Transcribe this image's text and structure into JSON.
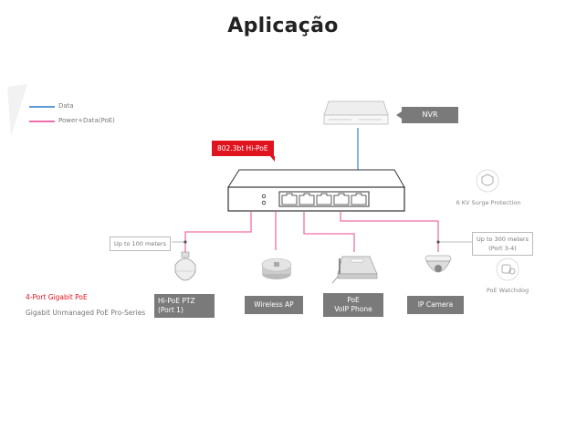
{
  "title": "Aplicação",
  "legend": {
    "data_label": "Data",
    "poe_label": "Power+Data(PoE)",
    "data_color": "#5b9bd5",
    "poe_color": "#f06fa8"
  },
  "badge": "802.3bt Hi-PoE",
  "nvr_label": "NVR",
  "features": [
    {
      "icon": "surge-shield-icon",
      "label": "6 KV Surge Protection"
    },
    {
      "icon": "watchdog-icon",
      "label": "PoE Watchdog"
    }
  ],
  "notes": {
    "port1_distance": "Up to 100 meters",
    "port34_distance_line1": "Up to 300 meters",
    "port34_distance_line2": "(Port 3-4)"
  },
  "devices": [
    {
      "name": "ptz",
      "line1": "Hi-PoE PTZ",
      "line2": "(Port 1)"
    },
    {
      "name": "wireless-ap",
      "line1": "Wireless AP",
      "line2": ""
    },
    {
      "name": "voip-phone",
      "line1": "PoE",
      "line2": "VoIP Phone"
    },
    {
      "name": "ip-camera",
      "line1": "IP Camera",
      "line2": ""
    }
  ],
  "product": {
    "name": "4-Port Gigabit PoE",
    "series": "Gigabit Unmanaged PoE Pro-Series",
    "accent": "#e0141e"
  }
}
